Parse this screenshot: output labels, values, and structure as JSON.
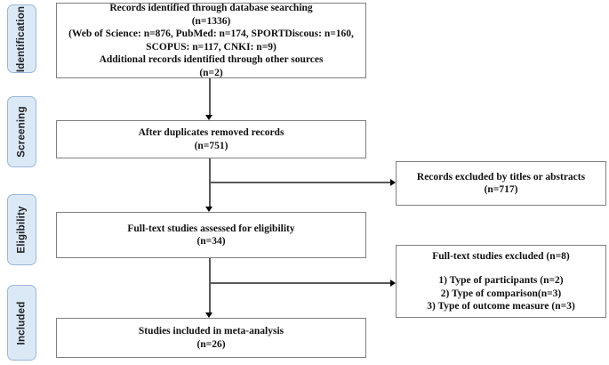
{
  "palette": {
    "stage_fill": "#dbe9f7",
    "stage_border": "#9cb7d8",
    "box_border": "#7f7f7f",
    "line_color": "#595959",
    "arrowhead_color": "#000000",
    "text_color": "#111111"
  },
  "sidebar": {
    "stages": [
      {
        "label": "Identification"
      },
      {
        "label": "Screening"
      },
      {
        "label": "Eligibility"
      },
      {
        "label": "Included"
      }
    ]
  },
  "flow": {
    "identification_box": {
      "lines": [
        "Records identified through database searching",
        "(n=1336)",
        "(Web of Science: n=876, PubMed: n=174, SPORTDiscous: n=160,",
        "SCOPUS: n=117, CNKI: n=9)",
        "Additional records identified through other sources",
        "(n=2)"
      ]
    },
    "screening_box": {
      "lines": [
        "After duplicates removed records",
        "(n=751)"
      ]
    },
    "eligibility_box": {
      "lines": [
        "Full-text studies assessed for eligibility",
        "(n=34)"
      ]
    },
    "included_box": {
      "lines": [
        "Studies included in meta-analysis",
        "(n=26)"
      ]
    },
    "excluded_titles_box": {
      "lines": [
        "Records excluded by titles or abstracts",
        "(n=717)"
      ]
    },
    "excluded_fulltext_box": {
      "title": "Full-text studies excluded (n=8)",
      "items": [
        "1) Type of participants (n=2)",
        "2) Type of comparison(n=3)",
        "3) Type of outcome measure (n=3)"
      ]
    }
  }
}
